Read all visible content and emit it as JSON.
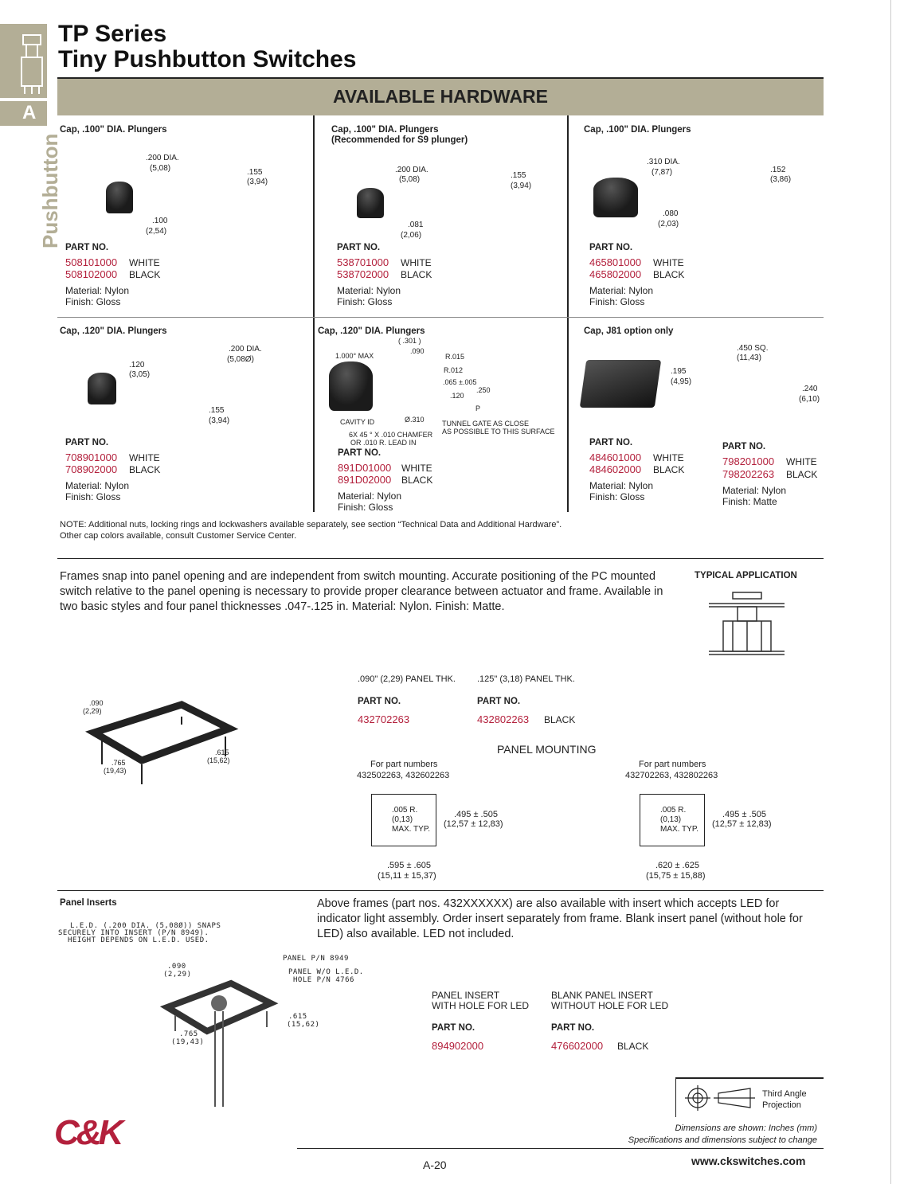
{
  "sidebar": {
    "letter": "A",
    "section": "Pushbutton",
    "icon": "pushbutton-switch-icon"
  },
  "header": {
    "series": "TP Series",
    "title": "Tiny Pushbutton Switches",
    "banner": "AVAILABLE HARDWARE"
  },
  "colors": {
    "accent_tan": "#b3ae96",
    "part_red": "#b3203c"
  },
  "caps": [
    {
      "title": "Cap, .100\" DIA. Plungers",
      "subtitle": "",
      "dims": [
        ".200 DIA.",
        "(5,08)",
        ".155",
        "(3,94)",
        ".100",
        "(2,54)"
      ],
      "part_label": "PART NO.",
      "parts": [
        {
          "no": "508101000",
          "color": "WHITE"
        },
        {
          "no": "508102000",
          "color": "BLACK"
        }
      ],
      "material": "Material: Nylon",
      "finish": "Finish: Gloss"
    },
    {
      "title": "Cap, .100\" DIA. Plungers",
      "subtitle": "(Recommended for S9 plunger)",
      "dims": [
        ".200 DIA.",
        "(5,08)",
        ".155",
        "(3,94)",
        ".081",
        "(2,06)"
      ],
      "part_label": "PART NO.",
      "parts": [
        {
          "no": "538701000",
          "color": "WHITE"
        },
        {
          "no": "538702000",
          "color": "BLACK"
        }
      ],
      "material": "Material: Nylon",
      "finish": "Finish: Gloss"
    },
    {
      "title": "Cap, .100\" DIA. Plungers",
      "subtitle": "",
      "dims": [
        ".310 DIA.",
        "(7,87)",
        ".152",
        "(3,86)",
        ".080",
        "(2,03)"
      ],
      "part_label": "PART NO.",
      "parts": [
        {
          "no": "465801000",
          "color": "WHITE"
        },
        {
          "no": "465802000",
          "color": "BLACK"
        }
      ],
      "material": "Material: Nylon",
      "finish": "Finish: Gloss"
    },
    {
      "title": "Cap, .120\" DIA. Plungers",
      "subtitle": "",
      "dims": [
        ".200 DIA.",
        "(5,08Ø)",
        ".120",
        "(3,05)",
        ".155",
        "(3,94)"
      ],
      "part_label": "PART NO.",
      "parts": [
        {
          "no": "708901000",
          "color": "WHITE"
        },
        {
          "no": "708902000",
          "color": "BLACK"
        }
      ],
      "material": "Material: Nylon",
      "finish": "Finish: Gloss"
    },
    {
      "title": "Cap, .120\" DIA. Plungers",
      "subtitle": "",
      "dims": [
        "( .301 )",
        ".090",
        "1.000° MAX",
        "R.015",
        "R.012",
        ".065 ±.005",
        ".250",
        ".120",
        "P",
        "CAVITY ID",
        "Ø.310",
        "TUNNEL GATE AS CLOSE",
        "AS POSSIBLE TO THIS SURFACE",
        "6X 45 ° X .010 CHAMFER",
        "OR .010 R. LEAD IN"
      ],
      "part_label": "PART NO.",
      "parts": [
        {
          "no": "891D01000",
          "color": "WHITE"
        },
        {
          "no": "891D02000",
          "color": "BLACK"
        }
      ],
      "material": "Material: Nylon",
      "finish": "Finish: Gloss"
    },
    {
      "title": "Cap, J81 option only",
      "subtitle": "",
      "dims": [
        ".450 SQ.",
        "(11,43)",
        ".195",
        "(4,95)",
        ".240",
        "(6,10)"
      ],
      "part_label": "PART NO.",
      "parts": [
        {
          "no": "484601000",
          "color": "WHITE"
        },
        {
          "no": "484602000",
          "color": "BLACK"
        }
      ],
      "material": "Material: Nylon",
      "finish": "Finish: Gloss",
      "part_label2": "PART NO.",
      "parts2": [
        {
          "no": "798201000",
          "color": "WHITE"
        },
        {
          "no": "798202263",
          "color": "BLACK"
        }
      ],
      "material2": "Material: Nylon",
      "finish2": "Finish: Matte"
    }
  ],
  "note": {
    "line1": "NOTE: Additional nuts, locking rings and lockwashers available separately, see section “Technical Data and Additional Hardware”.",
    "line2": "Other cap colors available, consult Customer Service Center."
  },
  "frames": {
    "description": "Frames snap into panel opening and are independent from switch mounting. Accurate positioning of the PC mounted switch relative to the panel opening is necessary to provide proper clearance between actuator and frame. Available in two basic styles and four panel thicknesses .047-.125 in. Material: Nylon. Finish: Matte.",
    "typical_application": "TYPICAL APPLICATION",
    "drawing_dims": [
      ".090",
      "(2,29)",
      ".765",
      "(19,43)",
      ".615",
      "(15,62)"
    ],
    "columns": [
      {
        "thickness": ".090\" (2,29) PANEL THK.",
        "part_label": "PART NO.",
        "part_no": "432702263",
        "color": ""
      },
      {
        "thickness": ".125\" (3,18) PANEL THK.",
        "part_label": "PART NO.",
        "part_no": "432802263",
        "color": "BLACK"
      }
    ],
    "panel_mounting": {
      "title": "PANEL MOUNTING",
      "cutouts": [
        {
          "for": "For part numbers",
          "parts": "432502263, 432602263",
          "radius": [
            ".005 R.",
            "(0,13)",
            "MAX. TYP."
          ],
          "height": [
            ".495 ± .505",
            "(12,57 ± 12,83)"
          ],
          "width": [
            ".595 ± .605",
            "(15,11 ± 15,37)"
          ]
        },
        {
          "for": "For part numbers",
          "parts": "432702263, 432802263",
          "radius": [
            ".005 R.",
            "(0,13)",
            "MAX. TYP."
          ],
          "height": [
            ".495 ± .505",
            "(12,57 ± 12,83)"
          ],
          "width": [
            ".620 ± .625",
            "(15,75 ± 15,88)"
          ]
        }
      ]
    }
  },
  "inserts": {
    "title": "Panel Inserts",
    "description": "Above frames (part nos. 432XXXXXX) are also available with insert which accepts LED for indicator light assembly. Order insert separately from frame. Blank insert panel (without hole for LED) also available. LED not included.",
    "drawing_notes": [
      "L.E.D. (.200 DIA. (5,08Ø)) SNAPS",
      "SECURELY INTO INSERT (P/N 8949).",
      "HEIGHT DEPENDS ON L.E.D. USED.",
      "PANEL P/N 8949",
      "PANEL W/O L.E.D.",
      "HOLE P/N 4766",
      ".090",
      "(2,29)",
      ".615",
      "(15,62)",
      ".765",
      "(19,43)"
    ],
    "columns": [
      {
        "label1": "PANEL INSERT",
        "label2": "WITH HOLE FOR LED",
        "part_label": "PART NO.",
        "part_no": "894902000",
        "color": ""
      },
      {
        "label1": "BLANK PANEL INSERT",
        "label2": "WITHOUT HOLE FOR LED",
        "part_label": "PART NO.",
        "part_no": "476602000",
        "color": "BLACK"
      }
    ]
  },
  "footer": {
    "projection1": "Third Angle",
    "projection2": "Projection",
    "dims_note": "Dimensions are shown: Inches (mm)",
    "spec_note": "Specifications and dimensions subject to change",
    "page": "A-20",
    "website": "www.ckswitches.com",
    "logo": "C&K"
  }
}
